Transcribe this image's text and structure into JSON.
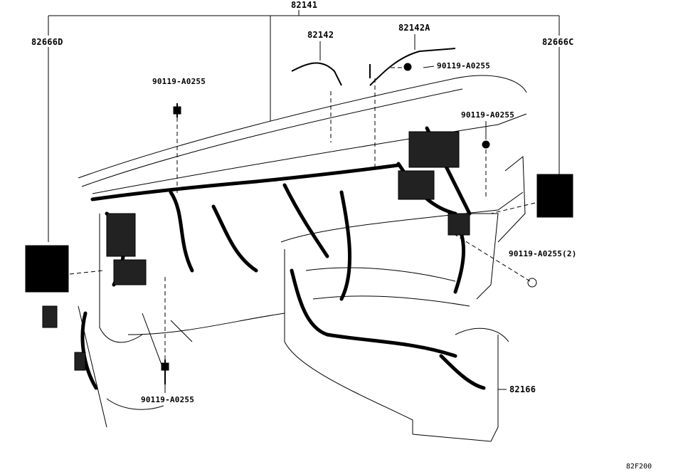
{
  "labels": {
    "harness_main": "82141",
    "harness_a": "82142",
    "harness_b": "82142A",
    "block_left": "82666D",
    "block_right": "82666C",
    "bolt_top_left": "90119-A0255",
    "bolt_top_center": "90119-A0255",
    "bolt_right": "90119-A0255",
    "bolt_right_lower": "90119-A0255(2)",
    "bolt_bottom": "90119-A0255",
    "console_harness": "82166"
  },
  "figure_code": "82F200",
  "colors": {
    "ink": "#000000",
    "paper": "#ffffff"
  }
}
